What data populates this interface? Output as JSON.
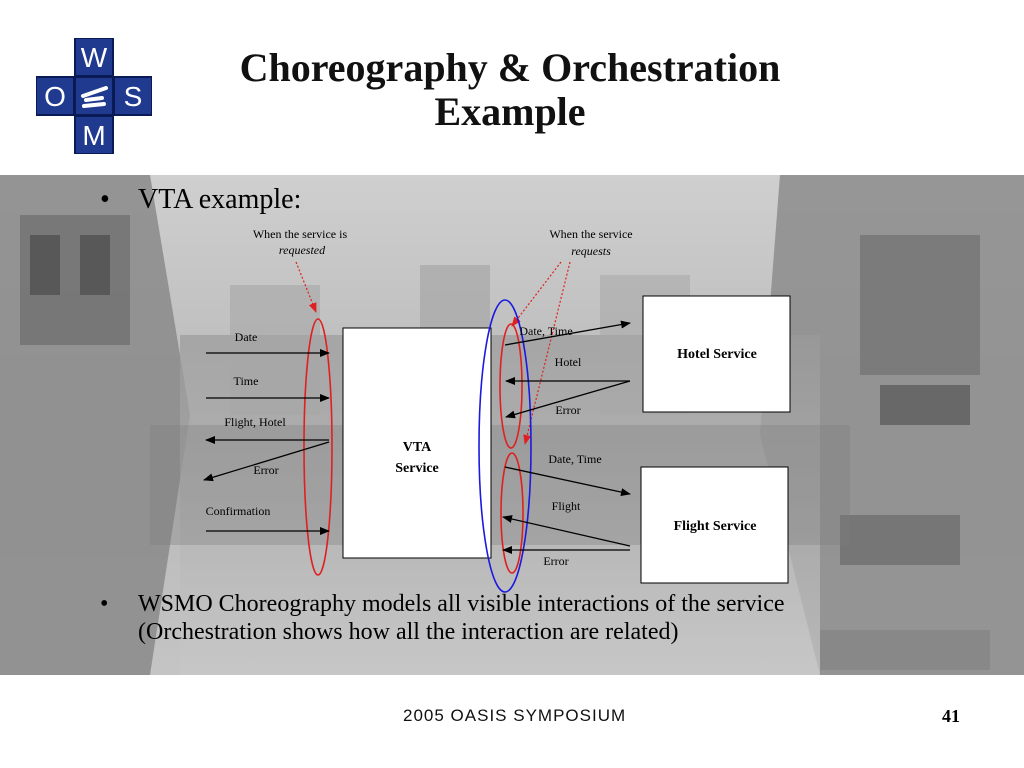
{
  "logo": {
    "letters": [
      "W",
      "O",
      "S",
      "M"
    ]
  },
  "title": {
    "line1": "Choreography & Orchestration",
    "line2": "Example"
  },
  "bullets": {
    "b1": "VTA example:",
    "b2_line1": "WSMO Choreography models all visible interactions of the service",
    "b2_line2": "(Orchestration shows how all the interaction are related)"
  },
  "diagram": {
    "annot_requested_line1": "When the service is",
    "annot_requested_line2": "requested",
    "annot_requests_line1": "When the service",
    "annot_requests_line2": "requests",
    "vta_line1": "VTA",
    "vta_line2": "Service",
    "hotel_service": "Hotel Service",
    "flight_service": "Flight Service",
    "left_labels": {
      "date": "Date",
      "time": "Time",
      "flight_hotel": "Flight, Hotel",
      "error": "Error",
      "confirmation": "Confirmation"
    },
    "right_labels": {
      "date_time_1": "Date, Time",
      "hotel": "Hotel",
      "error_1": "Error",
      "date_time_2": "Date, Time",
      "flight": "Flight",
      "error_2": "Error"
    }
  },
  "colors": {
    "accent_red": "#e02020",
    "accent_blue": "#1a1ae0",
    "logo_blue": "#1f3a8f"
  },
  "footer": {
    "text": "2005 OASIS Symposium",
    "page": "41"
  }
}
